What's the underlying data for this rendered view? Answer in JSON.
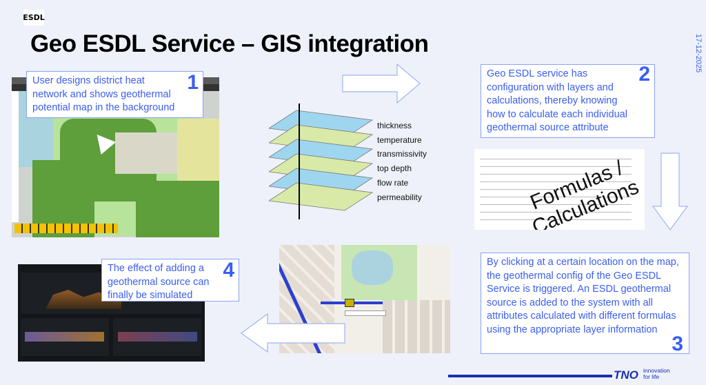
{
  "badge": "ESDL",
  "title": "Geo ESDL Service – GIS integration",
  "date": "17-12-2025",
  "steps": [
    {
      "num": "1",
      "text": "User designs district heat network and shows geothermal potential map in the background"
    },
    {
      "num": "2",
      "text": "Geo ESDL service has configuration with layers and calculations, thereby knowing how to calculate each individual geothermal source attribute"
    },
    {
      "num": "3",
      "text": "By clicking at a certain location on the map, the geothermal config of the Geo ESDL Service is triggered. An ESDL geothermal source is added to the system with all attributes calculated with different formulas using the appropriate layer information"
    },
    {
      "num": "4",
      "text": "The effect of adding a geothermal source can finally be simulated"
    }
  ],
  "layers": [
    "thickness",
    "temperature",
    "transmissivity",
    "top depth",
    "flow rate",
    "permeability"
  ],
  "formulas_overlay": "Formulas / Calculations",
  "logo": {
    "brand": "TNO",
    "tagline": "innovation for life"
  },
  "colors": {
    "accent": "#3a5ef0",
    "background": "#eef1f9",
    "logo": "#1a2fb0"
  }
}
